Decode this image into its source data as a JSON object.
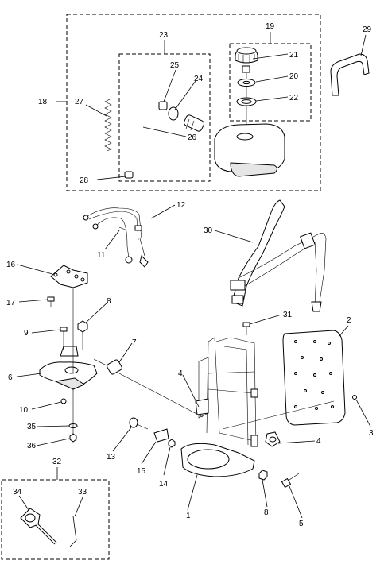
{
  "labels": {
    "n1": "1",
    "n2": "2",
    "n3": "3",
    "n4a": "4",
    "n4b": "4",
    "n5": "5",
    "n6": "6",
    "n7": "7",
    "n8a": "8",
    "n8b": "8",
    "n9": "9",
    "n10": "10",
    "n11": "11",
    "n12": "12",
    "n13": "13",
    "n14": "14",
    "n15": "15",
    "n16": "16",
    "n17": "17",
    "n18": "18",
    "n19": "19",
    "n20": "20",
    "n21": "21",
    "n22": "22",
    "n23": "23",
    "n24": "24",
    "n25": "25",
    "n26": "26",
    "n27": "27",
    "n28": "28",
    "n29": "29",
    "n30": "30",
    "n31": "31",
    "n32": "32",
    "n33": "33",
    "n34": "34",
    "n35": "35",
    "n36": "36"
  }
}
